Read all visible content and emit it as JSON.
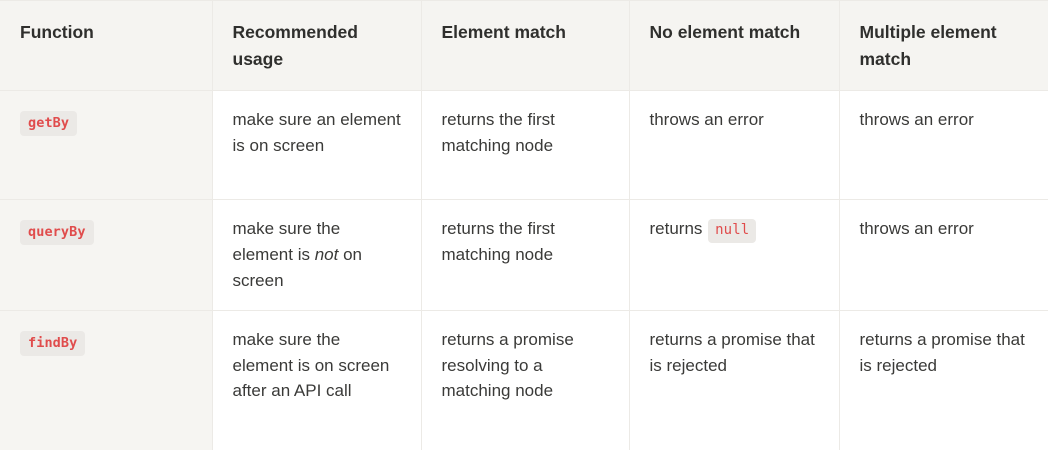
{
  "table": {
    "columns": [
      {
        "key": "function",
        "label": "Function"
      },
      {
        "key": "recommended_usage",
        "label": "Recommended usage"
      },
      {
        "key": "element_match",
        "label": "Element match"
      },
      {
        "key": "no_element_match",
        "label": "No element match"
      },
      {
        "key": "multiple_element_match",
        "label": "Multiple element match"
      }
    ],
    "rows": [
      {
        "function": "getBy",
        "recommended_usage": "make sure an element is on screen",
        "element_match": "returns the first matching node",
        "no_element_match": "throws an error",
        "multiple_element_match": "throws an error"
      },
      {
        "function": "queryBy",
        "recommended_usage_pre": "make sure the element is ",
        "recommended_usage_em": "not",
        "recommended_usage_post": " on screen",
        "element_match": "returns the first matching node",
        "no_element_match_pre": "returns ",
        "no_element_match_code": "null",
        "multiple_element_match": "throws an error"
      },
      {
        "function": "findBy",
        "recommended_usage": "make sure the element is on screen after an API call",
        "element_match": "returns a promise resolving to a matching node",
        "no_element_match": "returns a promise that is rejected",
        "multiple_element_match": "returns a promise that is rejected"
      }
    ]
  },
  "theme": {
    "header_background": "#f5f4f1",
    "first_column_background": "#f6f5f2",
    "cell_background": "#ffffff",
    "border_color": "#eceae6",
    "text_color": "#3a3a38",
    "code_text_color": "#e04c4c",
    "code_background": "#ebe9e6"
  }
}
